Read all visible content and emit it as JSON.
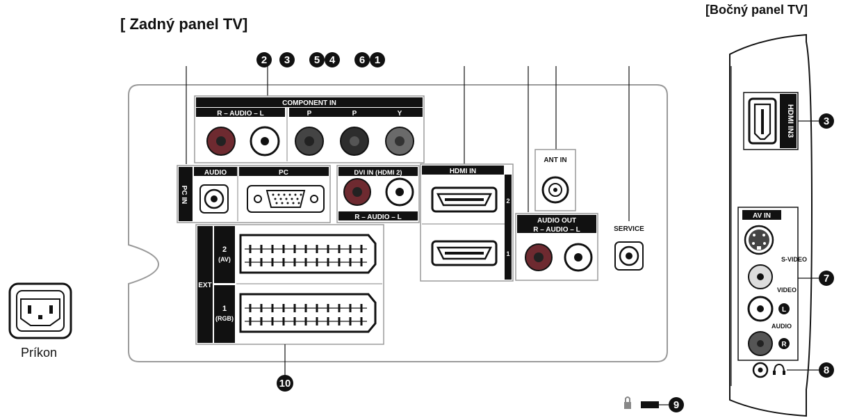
{
  "titles": {
    "rear_panel": "[ Zadný panel TV]",
    "side_panel": "[Bočný panel TV]"
  },
  "power": {
    "label": "Príkon"
  },
  "callouts": {
    "top": [
      "2",
      "3",
      "5",
      "4",
      "6",
      "1"
    ],
    "side": [
      "3",
      "7",
      "8"
    ],
    "bottom": [
      "10"
    ],
    "lock": "9"
  },
  "rear_labels": {
    "component_in": "COMPONENT IN",
    "audio_rl": "R – AUDIO – L",
    "pb": "P",
    "pr": "P",
    "y": "Y",
    "audio": "AUDIO",
    "pc": "PC",
    "pc_in": "PC IN",
    "dvi_in": "DVI IN (HDMI 2)",
    "dvi_audio": "R – AUDIO – L",
    "hdmi_in": "HDMI IN",
    "hdmi_2": "2",
    "hdmi_1": "1",
    "ant_in": "ANT IN",
    "audio_out": "AUDIO OUT",
    "audio_out_rl": "R – AUDIO – L",
    "service": "SERVICE",
    "ext": "EXT",
    "ext2": "2",
    "ext2_sub": "(AV)",
    "ext1": "1",
    "ext1_sub": "(RGB)"
  },
  "side_labels": {
    "hdmi_in3": "HDMI IN3",
    "av_in": "AV IN",
    "s_video": "S-VIDEO",
    "video": "VIDEO",
    "audio": "AUDIO",
    "l": "L",
    "r": "R"
  },
  "colors": {
    "ink": "#111111",
    "panel_outline": "#9a9a9a",
    "jack_red": "#6e2a30",
    "jack_green": "#444444",
    "jack_blue": "#2d2d2d",
    "jack_grey": "#6a6a6a"
  }
}
